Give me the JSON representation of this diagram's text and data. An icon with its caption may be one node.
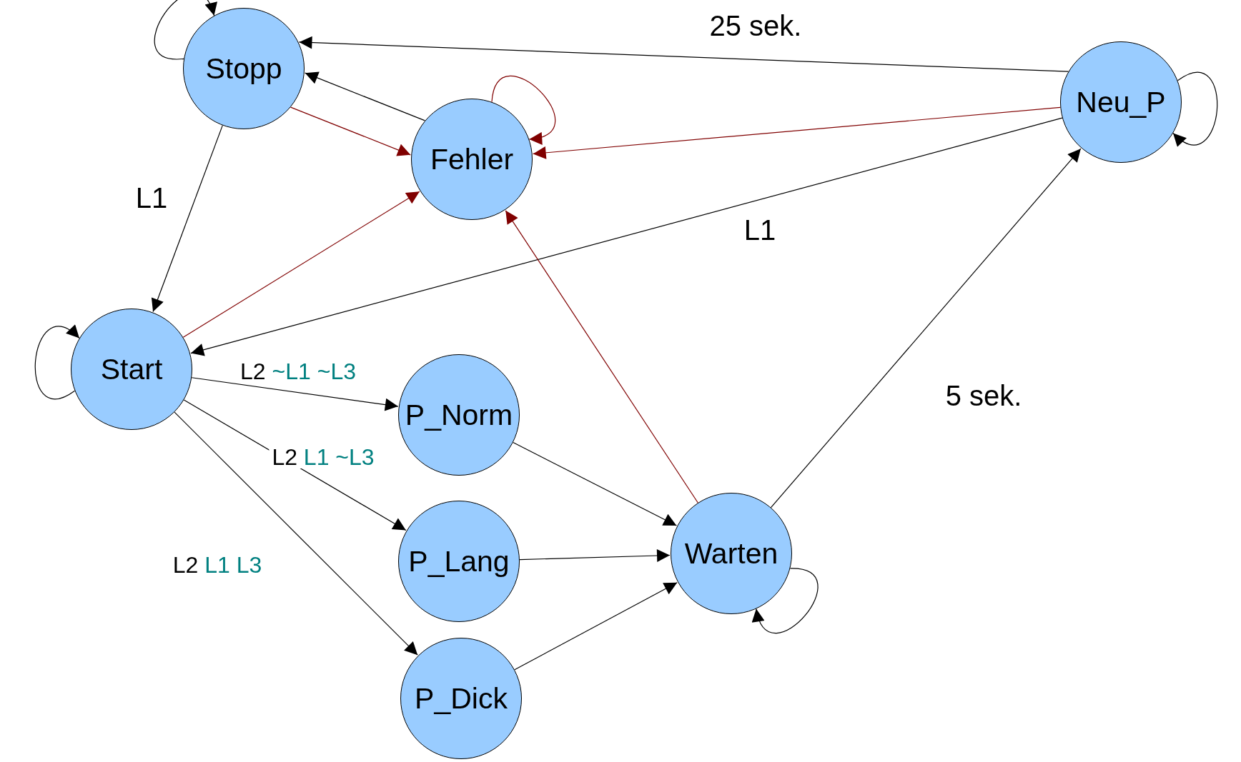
{
  "diagram": {
    "nodes": [
      {
        "text": [
          "Stopp"
        ]
      },
      {
        "text": [
          "Fehler"
        ]
      },
      {
        "text": [
          "Neu_P"
        ]
      },
      {
        "text": [
          "Start"
        ]
      },
      {
        "text": [
          "P_Norm"
        ]
      },
      {
        "text": [
          "P_Lang"
        ]
      },
      {
        "text": [
          "P_Dick"
        ]
      },
      {
        "text": [
          "Warten"
        ]
      }
    ],
    "edges": [
      {
        "from": 0,
        "to": 0,
        "arrow": "to"
      },
      {
        "from": 1,
        "to": 0,
        "arrow": "to"
      },
      {
        "from": 0,
        "to": 1,
        "arrow": "to",
        "color": "#800000"
      },
      {
        "from": 1,
        "to": 1,
        "arrow": "to",
        "color": "#800000"
      },
      {
        "from": 2,
        "to": 0,
        "arrow": "to",
        "label": "25 sek."
      },
      {
        "from": 2,
        "to": 1,
        "arrow": "to",
        "color": "#800000"
      },
      {
        "from": 2,
        "to": 2,
        "arrow": "to"
      },
      {
        "from": 2,
        "to": 3,
        "arrow": "to",
        "label": "L1"
      },
      {
        "from": 0,
        "to": 3,
        "arrow": "to",
        "label": "L1"
      },
      {
        "from": 3,
        "to": 1,
        "arrow": "to",
        "color": "#800000"
      },
      {
        "from": 3,
        "to": 3,
        "arrow": "to"
      },
      {
        "from": 3,
        "to": 4,
        "arrow": "to",
        "label": "L2 ~L1 ~L3"
      },
      {
        "from": 3,
        "to": 5,
        "arrow": "to",
        "label": "L2 L1 ~L3"
      },
      {
        "from": 3,
        "to": 6,
        "arrow": "to",
        "label": "L2 L1 L3"
      },
      {
        "from": 4,
        "to": 7,
        "arrow": "to"
      },
      {
        "from": 5,
        "to": 7,
        "arrow": "to"
      },
      {
        "from": 6,
        "to": 7,
        "arrow": "to"
      },
      {
        "from": 7,
        "to": 1,
        "arrow": "to",
        "color": "#800000"
      },
      {
        "from": 7,
        "to": 7,
        "arrow": "to"
      },
      {
        "from": 7,
        "to": 2,
        "arrow": "to",
        "label": "5 sek."
      }
    ]
  }
}
